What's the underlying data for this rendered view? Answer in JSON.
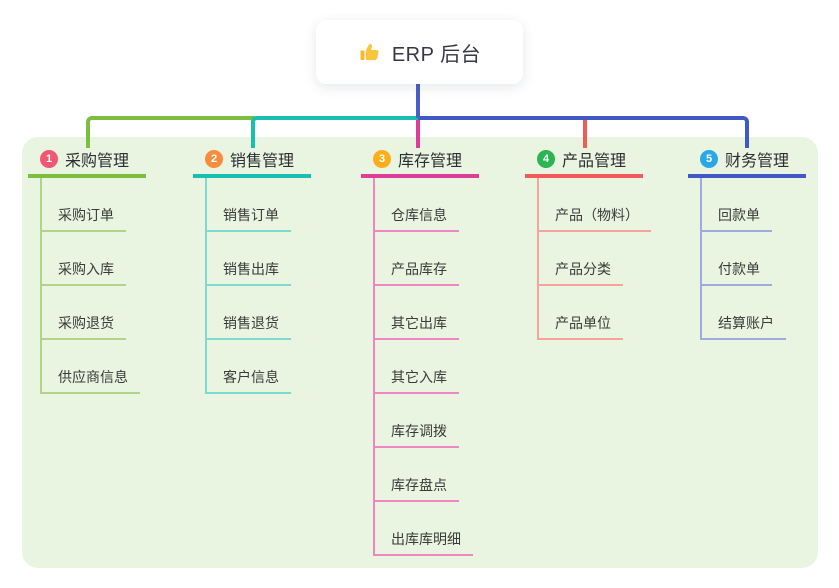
{
  "root": {
    "title": "ERP 后台",
    "icon": "thumbs-up-icon",
    "line_color": "#4A5EC8"
  },
  "panel": {
    "background": "#E9F5E1"
  },
  "branches": [
    {
      "badge": "1",
      "label": "采购管理",
      "badge_color": "#F25672",
      "color": "#7CBE3F",
      "light_color": "#AFD687",
      "children": [
        "采购订单",
        "采购入库",
        "采购退货",
        "供应商信息"
      ]
    },
    {
      "badge": "2",
      "label": "销售管理",
      "badge_color": "#F98C3D",
      "color": "#17BFB2",
      "light_color": "#7EDAD0",
      "children": [
        "销售订单",
        "销售出库",
        "销售退货",
        "客户信息"
      ]
    },
    {
      "badge": "3",
      "label": "库存管理",
      "badge_color": "#FBAE17",
      "color": "#DE3C9B",
      "light_color": "#F087C5",
      "children": [
        "仓库信息",
        "产品库存",
        "其它出库",
        "其它入库",
        "库存调拨",
        "库存盘点",
        "出库库明细"
      ]
    },
    {
      "badge": "4",
      "label": "产品管理",
      "badge_color": "#2CB552",
      "color": "#F25B55",
      "light_color": "#F7A29C",
      "children": [
        "产品（物料）",
        "产品分类",
        "产品单位"
      ]
    },
    {
      "badge": "5",
      "label": "财务管理",
      "badge_color": "#2BA7E8",
      "color": "#4159C4",
      "light_color": "#9AACE0",
      "children": [
        "回款单",
        "付款单",
        "结算账户"
      ]
    }
  ]
}
